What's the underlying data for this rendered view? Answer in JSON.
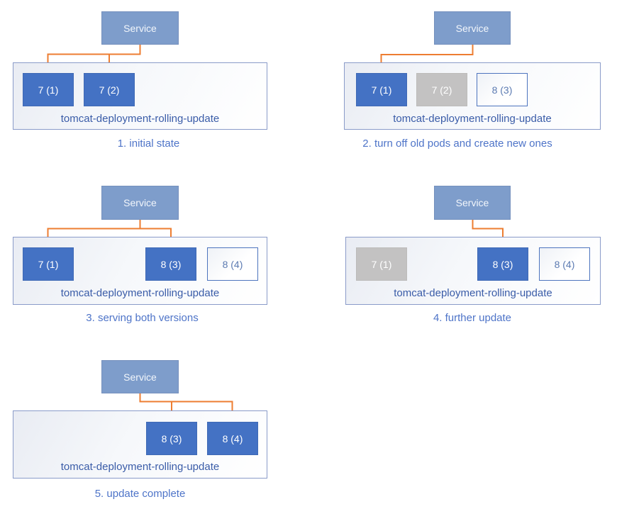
{
  "colors": {
    "service_fill": "#7E9DCB",
    "pod_active_fill": "#4472C4",
    "pod_terminated_fill": "#C3C2C2",
    "pod_new_border": "#4D74BE",
    "pod_new_text": "#5C7BB2",
    "arrow_orange": "#ED7D31",
    "deployment_label_text": "#3A5CA8",
    "caption_text": "#4E74C8",
    "container_border": "#8A9BC9"
  },
  "panels": [
    {
      "caption": "1. initial state",
      "service_label": "Service",
      "deployment_label": "tomcat-deployment-rolling-update",
      "pods": [
        {
          "label": "7 (1)",
          "state": "active"
        },
        {
          "label": "7 (2)",
          "state": "active"
        }
      ]
    },
    {
      "caption": "2. turn off old pods and create new ones",
      "service_label": "Service",
      "deployment_label": "tomcat-deployment-rolling-update",
      "pods": [
        {
          "label": "7 (1)",
          "state": "active"
        },
        {
          "label": "7 (2)",
          "state": "terminated"
        },
        {
          "label": "8 (3)",
          "state": "new"
        }
      ]
    },
    {
      "caption": "3. serving both versions",
      "service_label": "Service",
      "deployment_label": "tomcat-deployment-rolling-update",
      "pods": [
        {
          "label": "7 (1)",
          "state": "active"
        },
        {
          "label": "8 (3)",
          "state": "active"
        },
        {
          "label": "8 (4)",
          "state": "new"
        }
      ]
    },
    {
      "caption": "4. further update",
      "service_label": "Service",
      "deployment_label": "tomcat-deployment-rolling-update",
      "pods": [
        {
          "label": "7 (1)",
          "state": "terminated"
        },
        {
          "label": "8 (3)",
          "state": "active"
        },
        {
          "label": "8 (4)",
          "state": "new"
        }
      ]
    },
    {
      "caption": "5. update complete",
      "service_label": "Service",
      "deployment_label": "tomcat-deployment-rolling-update",
      "pods": [
        {
          "label": "8 (3)",
          "state": "active"
        },
        {
          "label": "8 (4)",
          "state": "active"
        }
      ]
    }
  ]
}
